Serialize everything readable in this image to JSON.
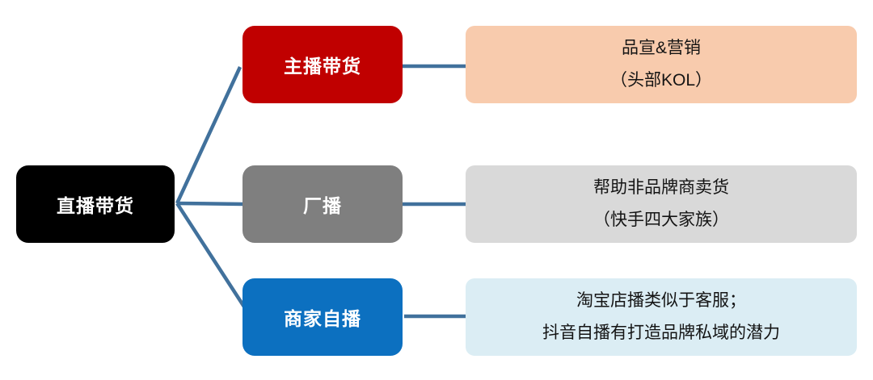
{
  "page": {
    "background_color": "#FFFFFF"
  },
  "diagram": {
    "connector_color": "#41719C",
    "root": {
      "label": "直播带货",
      "fill_color": "#000000",
      "text_color": "#FFFFFF"
    },
    "branches": [
      {
        "label": "主播带货",
        "fill_color": "#C00000",
        "detail": {
          "fill_color": "#F8CBAD",
          "line1": "品宣&营销",
          "line2": "（头部KOL）"
        }
      },
      {
        "label": "厂播",
        "fill_color": "#7F7F7F",
        "detail": {
          "fill_color": "#D9D9D9",
          "line1": "帮助非品牌商卖货",
          "line2": "（快手四大家族）"
        }
      },
      {
        "label": "商家自播",
        "fill_color": "#0C70C0",
        "detail": {
          "fill_color": "#DBEDF4",
          "line1": "淘宝店播类似于客服；",
          "line2": "抖音自播有打造品牌私域的潜力"
        }
      }
    ]
  }
}
